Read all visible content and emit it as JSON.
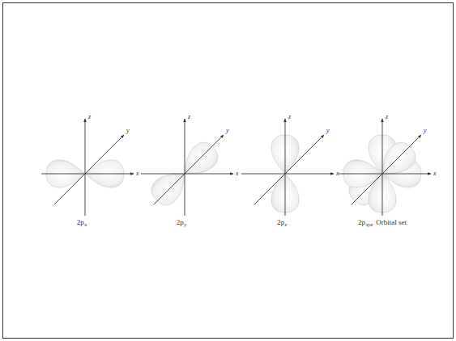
{
  "diagram": {
    "labels": [
      "z",
      "y",
      "x",
      "2p",
      "x",
      "z",
      "y",
      "x",
      "2p",
      "y",
      "z",
      "y",
      "x",
      "2p",
      "z",
      "z",
      "y",
      "x",
      "2p",
      "xyz",
      "Orbital set"
    ]
  }
}
